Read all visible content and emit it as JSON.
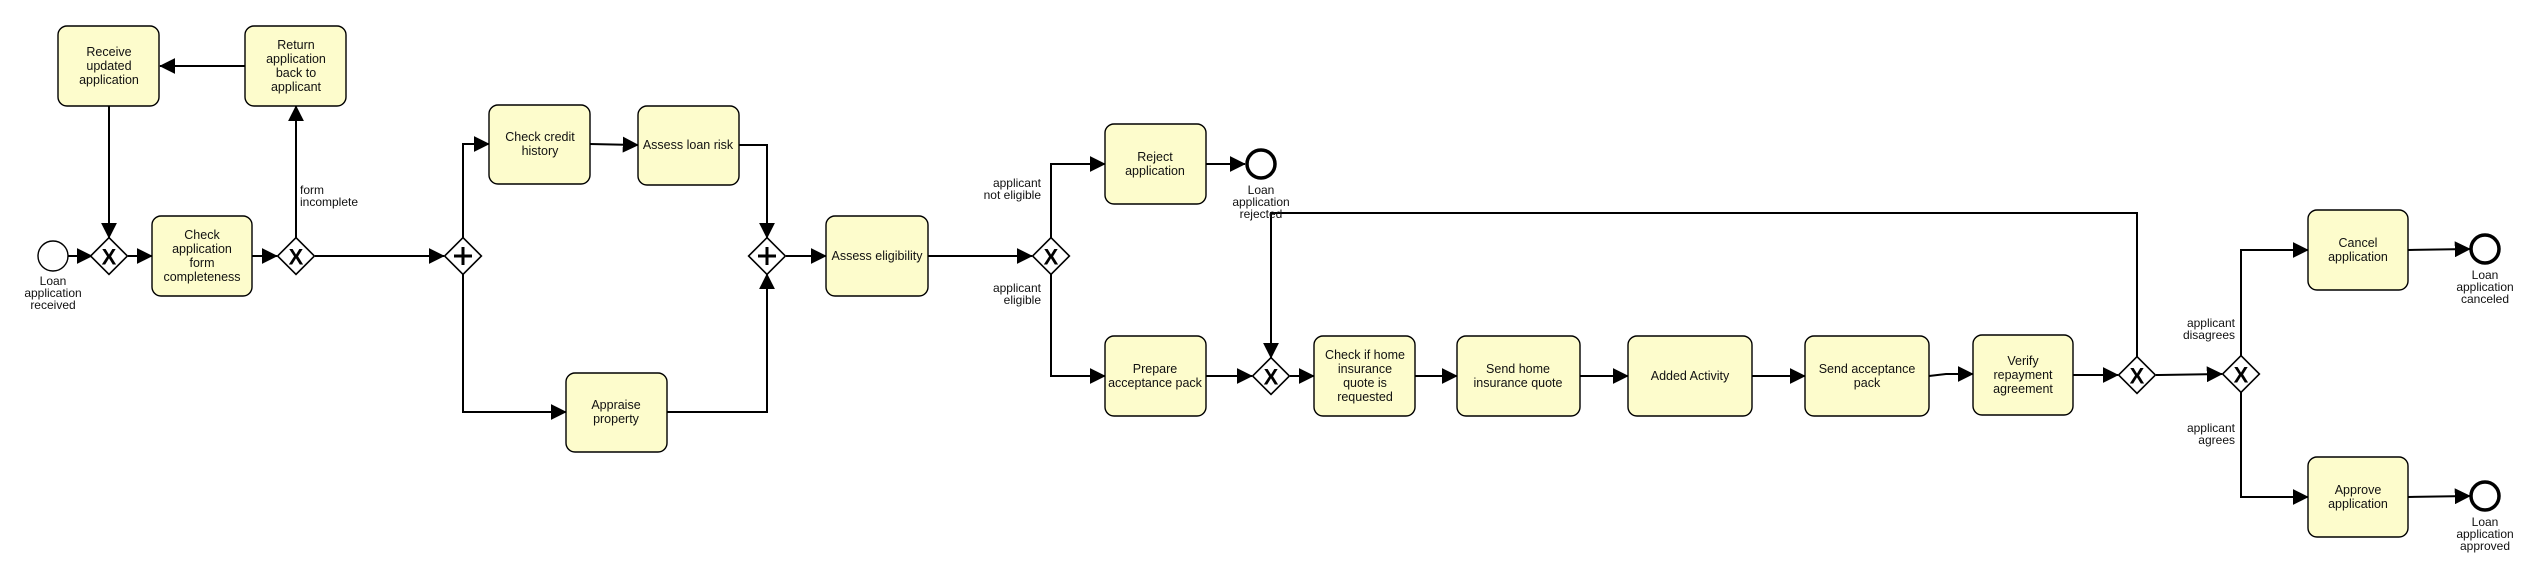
{
  "tasks": {
    "receive_updated": [
      "Receive",
      "updated",
      "application"
    ],
    "return_application": [
      "Return",
      "application",
      "back to",
      "applicant"
    ],
    "check_completeness": [
      "Check",
      "application",
      "form",
      "completeness"
    ],
    "check_credit": [
      "Check credit",
      "history"
    ],
    "assess_risk": [
      "Assess loan risk"
    ],
    "appraise_property": [
      "Appraise",
      "property"
    ],
    "assess_eligibility": [
      "Assess eligibility"
    ],
    "reject_application": [
      "Reject",
      "application"
    ],
    "prepare_acceptance": [
      "Prepare",
      "acceptance pack"
    ],
    "check_insurance": [
      "Check if home",
      "insurance",
      "quote is",
      "requested"
    ],
    "send_insurance": [
      "Send home",
      "insurance quote"
    ],
    "added_activity": [
      "Added Activity"
    ],
    "send_acceptance": [
      "Send acceptance",
      "pack"
    ],
    "verify_repayment": [
      "Verify",
      "repayment",
      "agreement"
    ],
    "cancel_application": [
      "Cancel",
      "application"
    ],
    "approve_application": [
      "Approve",
      "application"
    ]
  },
  "events": {
    "start_received": [
      "Loan",
      "application",
      "received"
    ],
    "end_rejected": [
      "Loan",
      "application",
      "rejected"
    ],
    "end_canceled": [
      "Loan",
      "application",
      "canceled"
    ],
    "end_approved": [
      "Loan",
      "application",
      "approved"
    ]
  },
  "flow_labels": {
    "form_incomplete": [
      "form",
      "incomplete"
    ],
    "not_eligible": [
      "applicant",
      "not eligible"
    ],
    "eligible": [
      "applicant",
      "eligible"
    ],
    "disagrees": [
      "applicant",
      "disagrees"
    ],
    "agrees": [
      "applicant",
      "agrees"
    ]
  },
  "gateway_symbols": {
    "exclusive": "X"
  }
}
